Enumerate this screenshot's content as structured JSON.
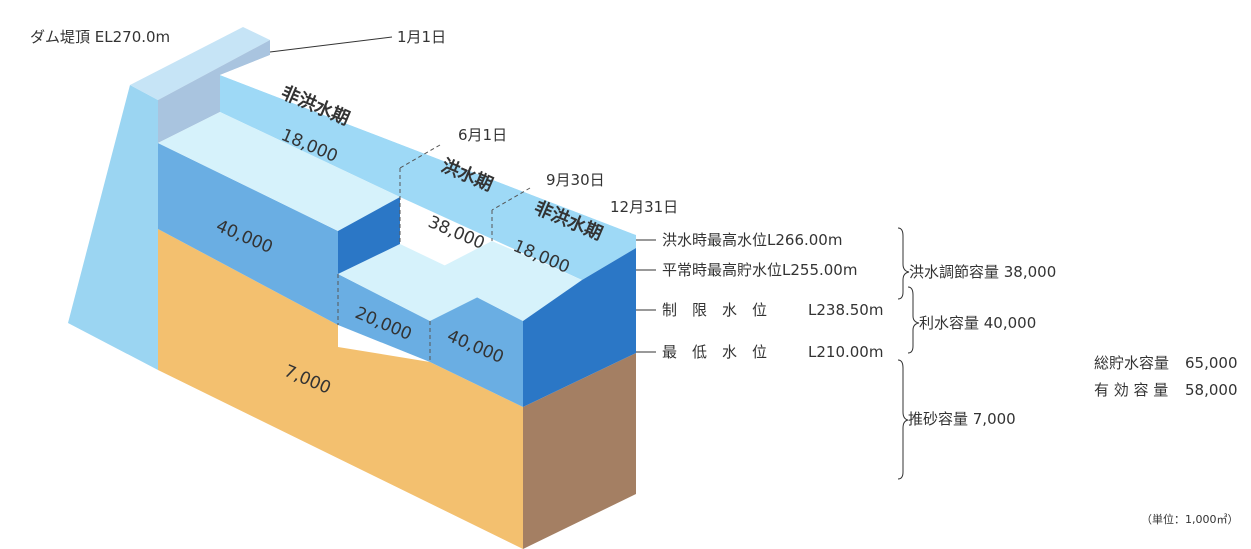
{
  "colors": {
    "dam_face": "#9bd5f2",
    "dam_top": "#c6e4f6",
    "dam_top_strip": "#a9c4df",
    "water_light": "#d6f2fb",
    "water_mid": "#9ed9f6",
    "water_blue": "#6aaee3",
    "water_dark": "#2b77c6",
    "sediment_face": "#f3c06f",
    "sediment_side": "#a47f63",
    "text": "#333333"
  },
  "dam_crest": "ダム堤頂 EL270.0m",
  "dates": {
    "jan1": "1月1日",
    "jun1": "6月1日",
    "sep30": "9月30日",
    "dec31": "12月31日"
  },
  "periods": {
    "non_flood_1": "非洪水期",
    "flood": "洪水期",
    "non_flood_2": "非洪水期"
  },
  "volumes": {
    "top_left": "18,000",
    "flood_upper": "38,000",
    "top_right": "18,000",
    "main_left": "40,000",
    "flood_lower": "20,000",
    "right_lower": "40,000",
    "sediment": "7,000"
  },
  "levels": {
    "l1": "洪水時最高水位L266.00m",
    "l2": "平常時最高貯水位L255.00m",
    "l3_prefix": "制　限　水　位",
    "l3_value": "L238.50m",
    "l4_prefix": "最　低　水　位",
    "l4_value": "L210.00m"
  },
  "capacities": {
    "flood_control": "洪水調節容量 38,000",
    "usable": "利水容量 40,000",
    "sediment": "推砂容量 7,000"
  },
  "totals": {
    "total_label": "総貯水容量",
    "total_value": "65,000",
    "effective_label": "有 効 容 量",
    "effective_value": "58,000"
  },
  "unit_note": "（単位：1,000㎥）"
}
